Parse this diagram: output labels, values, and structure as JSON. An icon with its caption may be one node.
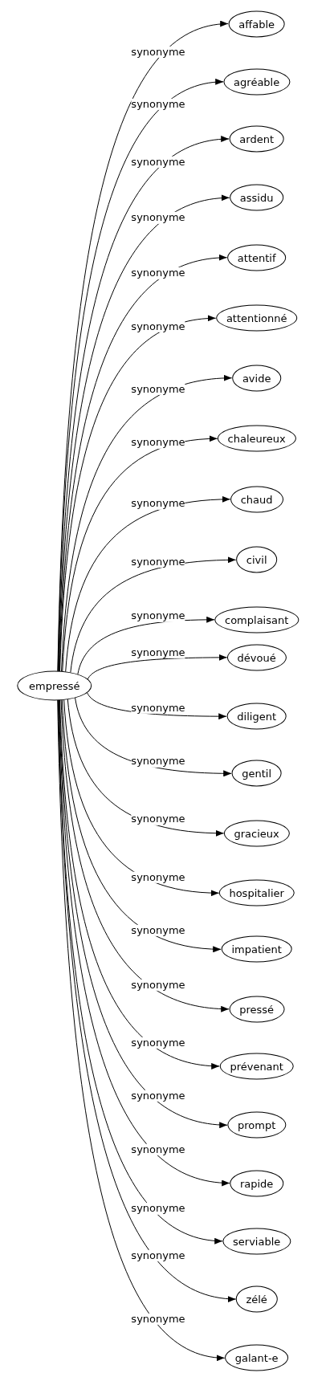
{
  "diagram": {
    "nodes": [
      {
        "text": [
          "empressé"
        ]
      },
      {
        "text": [
          "affable"
        ]
      },
      {
        "text": [
          "agréable"
        ]
      },
      {
        "text": [
          "ardent"
        ]
      },
      {
        "text": [
          "assidu"
        ]
      },
      {
        "text": [
          "attentif"
        ]
      },
      {
        "text": [
          "attentionné"
        ]
      },
      {
        "text": [
          "avide"
        ]
      },
      {
        "text": [
          "chaleureux"
        ]
      },
      {
        "text": [
          "chaud"
        ]
      },
      {
        "text": [
          "civil"
        ]
      },
      {
        "text": [
          "complaisant"
        ]
      },
      {
        "text": [
          "dévoué"
        ]
      },
      {
        "text": [
          "diligent"
        ]
      },
      {
        "text": [
          "gentil"
        ]
      },
      {
        "text": [
          "gracieux"
        ]
      },
      {
        "text": [
          "hospitalier"
        ]
      },
      {
        "text": [
          "impatient"
        ]
      },
      {
        "text": [
          "pressé"
        ]
      },
      {
        "text": [
          "prévenant"
        ]
      },
      {
        "text": [
          "prompt"
        ]
      },
      {
        "text": [
          "rapide"
        ]
      },
      {
        "text": [
          "serviable"
        ]
      },
      {
        "text": [
          "zélé"
        ]
      },
      {
        "text": [
          "galant-e"
        ]
      }
    ],
    "edges": [
      {
        "from": 0,
        "to": 1,
        "arrow": "to",
        "label": "synonyme"
      },
      {
        "from": 0,
        "to": 2,
        "arrow": "to",
        "label": "synonyme"
      },
      {
        "from": 0,
        "to": 3,
        "arrow": "to",
        "label": "synonyme"
      },
      {
        "from": 0,
        "to": 4,
        "arrow": "to",
        "label": "synonyme"
      },
      {
        "from": 0,
        "to": 5,
        "arrow": "to",
        "label": "synonyme"
      },
      {
        "from": 0,
        "to": 6,
        "arrow": "to",
        "label": "synonyme"
      },
      {
        "from": 0,
        "to": 7,
        "arrow": "to",
        "label": "synonyme"
      },
      {
        "from": 0,
        "to": 8,
        "arrow": "to",
        "label": "synonyme"
      },
      {
        "from": 0,
        "to": 9,
        "arrow": "to",
        "label": "synonyme"
      },
      {
        "from": 0,
        "to": 10,
        "arrow": "to",
        "label": "synonyme"
      },
      {
        "from": 0,
        "to": 11,
        "arrow": "to",
        "label": "synonyme"
      },
      {
        "from": 0,
        "to": 12,
        "arrow": "to",
        "label": "synonyme"
      },
      {
        "from": 0,
        "to": 13,
        "arrow": "to",
        "label": "synonyme"
      },
      {
        "from": 0,
        "to": 14,
        "arrow": "to",
        "label": "synonyme"
      },
      {
        "from": 0,
        "to": 15,
        "arrow": "to",
        "label": "synonyme"
      },
      {
        "from": 0,
        "to": 16,
        "arrow": "to",
        "label": "synonyme"
      },
      {
        "from": 0,
        "to": 17,
        "arrow": "to",
        "label": "synonyme"
      },
      {
        "from": 0,
        "to": 18,
        "arrow": "to",
        "label": "synonyme"
      },
      {
        "from": 0,
        "to": 19,
        "arrow": "to",
        "label": "synonyme"
      },
      {
        "from": 0,
        "to": 20,
        "arrow": "to",
        "label": "synonyme"
      },
      {
        "from": 0,
        "to": 21,
        "arrow": "to",
        "label": "synonyme"
      },
      {
        "from": 0,
        "to": 22,
        "arrow": "to",
        "label": "synonyme"
      },
      {
        "from": 0,
        "to": 23,
        "arrow": "to",
        "label": "synonyme"
      },
      {
        "from": 0,
        "to": 24,
        "arrow": "to",
        "label": "synonyme"
      }
    ]
  }
}
